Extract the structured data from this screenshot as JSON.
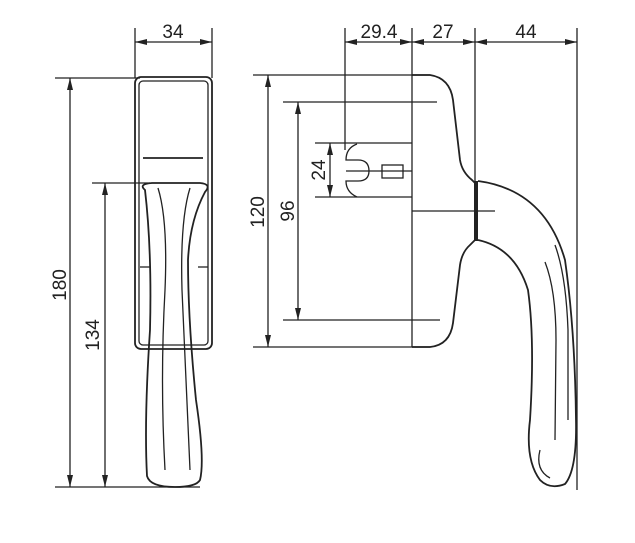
{
  "title": "Window handle dimension drawing",
  "dimensions": {
    "side_width": "34",
    "total_height": "180",
    "handle_length": "134",
    "offset_a": "29.4",
    "offset_b": "27",
    "handle_projection": "44",
    "plate_height": "120",
    "hole_spacing": "96",
    "spindle": "24"
  },
  "colors": {
    "line": "#222222",
    "background": "#ffffff"
  }
}
